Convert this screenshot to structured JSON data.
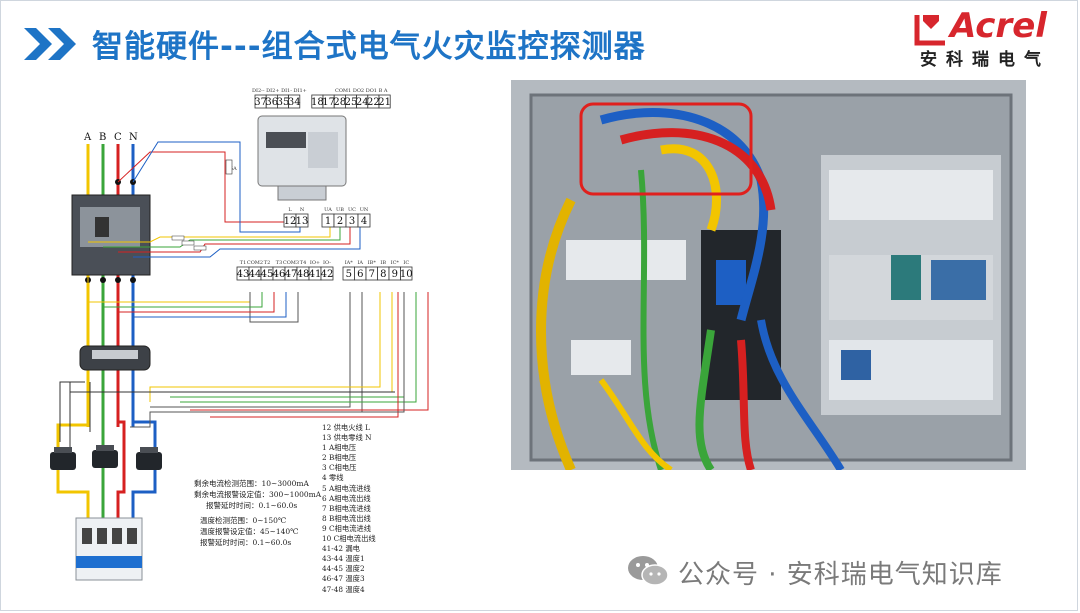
{
  "header": {
    "title": "智能硬件---组合式电气火灾监控探测器",
    "logo_word": "Acrel",
    "logo_cn": "安科瑞电气"
  },
  "terminals_top_labels": {
    "left_group": "DI2-- DI2+ DI1- DI1+",
    "right_group": "COM1 DO2 DO1 B A"
  },
  "terminals_top": [
    "37",
    "36",
    "35",
    "34",
    "18",
    "17",
    "28",
    "25",
    "24",
    "22",
    "21"
  ],
  "terminals_power": [
    "12",
    "13"
  ],
  "terminals_power_labels": [
    "L",
    "N"
  ],
  "terminals_voltage": [
    "1",
    "2",
    "3",
    "4"
  ],
  "terminals_voltage_labels": [
    "UA",
    "UB",
    "UC",
    "UN"
  ],
  "terminals_temp": [
    "43",
    "44",
    "45",
    "46",
    "47",
    "48",
    "41",
    "42"
  ],
  "terminals_temp_labels": [
    "T1",
    "COM2",
    "T2",
    "T3",
    "COM3",
    "T4",
    "IO+",
    "IO-"
  ],
  "terminals_current": [
    "5",
    "6",
    "7",
    "8",
    "9",
    "10"
  ],
  "terminals_current_labels": [
    "IA*",
    "IA",
    "IB*",
    "IB",
    "IC*",
    "IC"
  ],
  "phase_labels": [
    "A",
    "B",
    "C",
    "N"
  ],
  "fuse_label": "5A",
  "specs_leakage": [
    "剩余电流检测范围：10~3000mA",
    "剩余电流报警设定值：300~1000mA",
    "报警延时时间：0.1~60.0s"
  ],
  "specs_temp": [
    "温度检测范围：0~150℃",
    "温度报警设定值：45~140℃",
    "报警延时时间：0.1~60.0s"
  ],
  "legend": [
    "12 供电火线 L",
    "13 供电零线 N",
    "1 A相电压",
    "2 B相电压",
    "3 C相电压",
    "4 零线",
    "5 A相电流进线",
    "6 A相电流出线",
    "7 B相电流进线",
    "8 B相电流出线",
    "9 C相电流进线",
    "10 C相电流出线",
    "41-42 漏电",
    "43-44 温度1",
    "44-45 温度2",
    "46-47 温度3",
    "47-48 温度4"
  ],
  "watermark": "公众号 · 安科瑞电气知识库",
  "colors": {
    "title_blue": "#1e74c6",
    "logo_red": "#d7262d",
    "wire_yellow": "#f2c500",
    "wire_green": "#3aa53a",
    "wire_red": "#d62020",
    "wire_blue": "#1d5fc4"
  }
}
